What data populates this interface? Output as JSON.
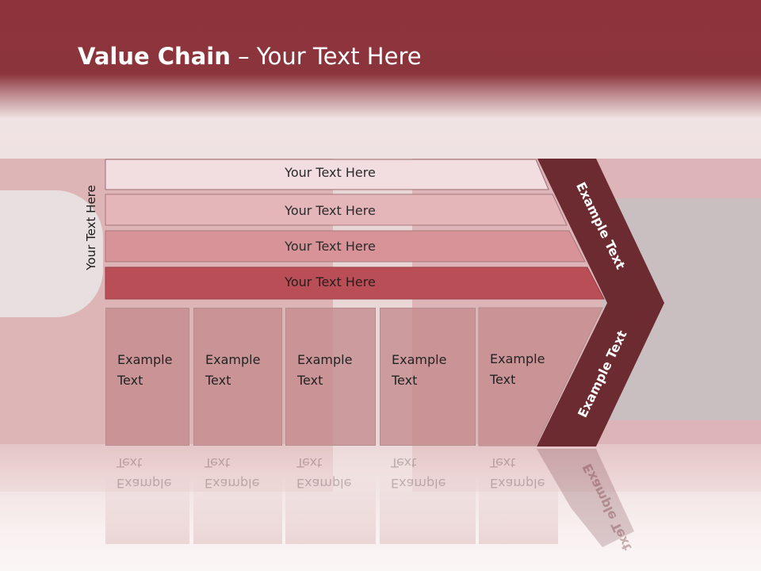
{
  "slide": {
    "title_bold": "Value Chain",
    "title_rest": " – Your Text Here",
    "vertical_label": "Your Text Here"
  },
  "bars": [
    {
      "label": "Your Text Here"
    },
    {
      "label": "Your Text Here"
    },
    {
      "label": "Your Text Here"
    },
    {
      "label": "Your Text Here"
    }
  ],
  "cells": [
    {
      "line1": "Example",
      "line2": "Text"
    },
    {
      "line1": "Example",
      "line2": "Text"
    },
    {
      "line1": "Example",
      "line2": "Text"
    },
    {
      "line1": "Example",
      "line2": "Text"
    },
    {
      "line1": "Example",
      "line2": "Text"
    }
  ],
  "chevron": {
    "upper_label": "Example Text",
    "lower_label": "Example Text"
  },
  "colors": {
    "header": "#8e333b",
    "chevron": "#6b2b30",
    "bar1": "#f2dde0",
    "bar2": "#e4b5b9",
    "bar3": "#d79397",
    "bar4": "#b94e57"
  }
}
